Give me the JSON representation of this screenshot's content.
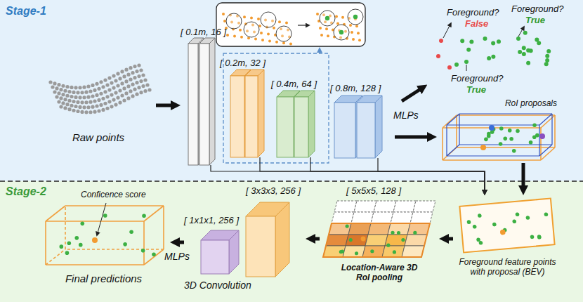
{
  "diagram": {
    "nodes": [
      {
        "text": [
          "Stage-1"
        ]
      },
      {
        "text": [
          "Raw points"
        ],
        "in": 0
      },
      {
        "text": [
          "[ 0.1m, 16 ]"
        ],
        "in": 0
      },
      {
        "text": [
          "[ 0.2m, 32 ]"
        ],
        "in": 0
      },
      {
        "text": [
          "[ 0.4m, 64 ]"
        ],
        "in": 0
      },
      {
        "text": [
          "[ 0.8m, 128 ]"
        ],
        "in": 0
      },
      {
        "text": [
          "RoI proposals"
        ],
        "in": 0
      },
      {
        "text": [
          "Stage-2"
        ]
      },
      {
        "text": [
          "Foreground feature points with proposal (BEV)"
        ],
        "in": 7
      },
      {
        "text": [
          "[ 5x5x5, 128 ]",
          "Location-Aware 3D RoI pooling"
        ],
        "in": 7
      },
      {
        "text": [
          "[ 3x3x3, 256 ]"
        ],
        "in": 7
      },
      {
        "text": [
          "[ 1x1x1, 256 ]"
        ],
        "in": 7
      },
      {
        "text": [
          "Conficence score",
          "Final predictions"
        ],
        "in": 7
      }
    ],
    "edges": [
      {
        "from": 1,
        "to": 2,
        "arrow": "to"
      },
      {
        "from": 5,
        "to": 6,
        "arrow": "to"
      },
      {
        "from": 6,
        "to": 8,
        "arrow": "to"
      },
      {
        "from": 2,
        "to": 8,
        "arrow": "to"
      },
      {
        "from": 3,
        "to": 8,
        "arrow": "to"
      },
      {
        "from": 4,
        "to": 8,
        "arrow": "to"
      },
      {
        "from": 5,
        "to": 8,
        "arrow": "to"
      },
      {
        "from": 8,
        "to": 9,
        "arrow": "to"
      },
      {
        "from": 9,
        "to": 10,
        "arrow": "to"
      },
      {
        "from": 11,
        "to": 12,
        "label": "MLPs",
        "arrow": "to"
      }
    ],
    "labels": [
      "MLPs",
      "Foreground?",
      "False",
      "Foreground?",
      "True",
      "Foreground?",
      "True",
      "3D Convolution"
    ]
  }
}
